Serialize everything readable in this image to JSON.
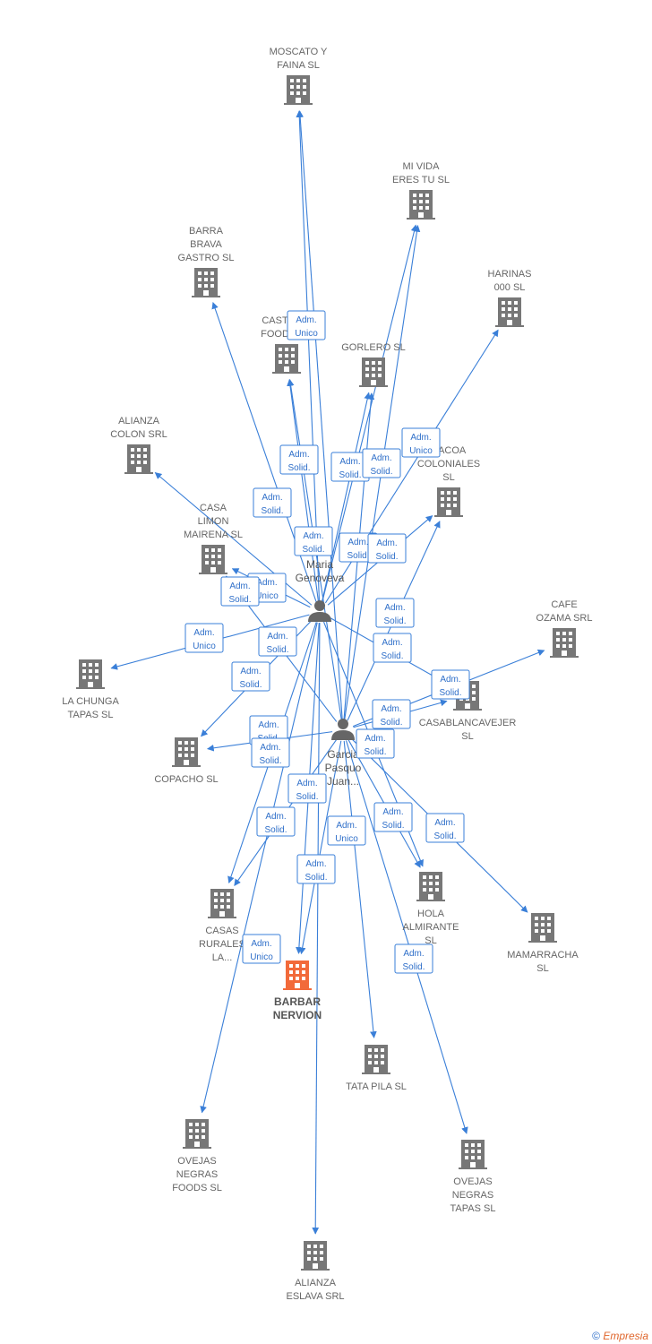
{
  "colors": {
    "edge": "#3a7fd8",
    "company": "#777777",
    "highlight": "#f26a3a",
    "person": "#666666"
  },
  "companies": [
    {
      "id": "moscato",
      "label": [
        "MOSCATO Y",
        "FAINA  SL"
      ]
    },
    {
      "id": "mividaeres",
      "label": [
        "MI VIDA",
        "ERES TU  SL"
      ]
    },
    {
      "id": "barrabrava",
      "label": [
        "BARRA",
        "BRAVA",
        "GASTRO  SL"
      ]
    },
    {
      "id": "harinas",
      "label": [
        "HARINAS",
        "000  SL"
      ]
    },
    {
      "id": "castfood",
      "label": [
        "CAST",
        "FOOD"
      ]
    },
    {
      "id": "gorlero",
      "label": [
        "GORLERO  SL"
      ]
    },
    {
      "id": "alianzacolon",
      "label": [
        "ALIANZA",
        "COLON SRL"
      ]
    },
    {
      "id": "bacoa",
      "label": [
        "BACOA",
        "COLONIALES",
        "SL"
      ]
    },
    {
      "id": "casalimon",
      "label": [
        "CASA",
        "LIMON",
        "MAIRENA  SL"
      ]
    },
    {
      "id": "cafeozama",
      "label": [
        "CAFE",
        "OZAMA SRL"
      ]
    },
    {
      "id": "lachunga",
      "label": [
        "LA CHUNGA",
        "TAPAS  SL"
      ]
    },
    {
      "id": "casablanca",
      "label": [
        "CASABLANCAVEJER",
        "SL"
      ]
    },
    {
      "id": "copacho",
      "label": [
        "COPACHO  SL"
      ]
    },
    {
      "id": "casasrurales",
      "label": [
        "CASAS",
        "RURALES",
        "LA..."
      ]
    },
    {
      "id": "holaalmirante",
      "label": [
        "HOLA",
        "ALMIRANTE",
        "SL"
      ]
    },
    {
      "id": "mamarracha",
      "label": [
        "MAMARRACHA",
        "SL"
      ]
    },
    {
      "id": "barbara",
      "label": [
        "BARBAR",
        "NERVION"
      ],
      "highlight": true
    },
    {
      "id": "tatapila",
      "label": [
        "TATA PILA  SL"
      ]
    },
    {
      "id": "ovejasfoods",
      "label": [
        "OVEJAS",
        "NEGRAS",
        "FOODS  SL"
      ]
    },
    {
      "id": "ovejastapas",
      "label": [
        "OVEJAS",
        "NEGRAS",
        "TAPAS  SL"
      ]
    },
    {
      "id": "alianzaeslava",
      "label": [
        "ALIANZA",
        "ESLAVA SRL"
      ]
    }
  ],
  "persons": [
    {
      "id": "maria",
      "label": [
        "T...",
        "Maria",
        "Genoveva"
      ]
    },
    {
      "id": "garcia",
      "label": [
        "Garcia",
        "Pasquo",
        "Juan..."
      ]
    }
  ],
  "badges": [
    {
      "lines": [
        "Adm.",
        "Unico"
      ]
    },
    {
      "lines": [
        "Adm.",
        "Solid."
      ]
    },
    {
      "lines": [
        "Adm.",
        "Solid."
      ]
    },
    {
      "lines": [
        "Adm.",
        "Solid."
      ]
    },
    {
      "lines": [
        "Adm.",
        "Unico"
      ]
    },
    {
      "lines": [
        "Adm.",
        "Solid."
      ]
    },
    {
      "lines": [
        "Adm.",
        "Solid."
      ]
    },
    {
      "lines": [
        "Adm.",
        "Solid."
      ]
    },
    {
      "lines": [
        "Adm.",
        "Solid."
      ]
    },
    {
      "lines": [
        "Adm.",
        "Unico"
      ]
    },
    {
      "lines": [
        "Adm.",
        "Solid."
      ]
    },
    {
      "lines": [
        "Adm.",
        "Unico"
      ]
    },
    {
      "lines": [
        "Adm.",
        "Solid."
      ]
    },
    {
      "lines": [
        "Adm.",
        "Solid."
      ]
    },
    {
      "lines": [
        "Adm.",
        "Solid."
      ]
    },
    {
      "lines": [
        "Adm.",
        "Solid."
      ]
    },
    {
      "lines": [
        "Adm.",
        "Solid."
      ]
    },
    {
      "lines": [
        "Adm.",
        "Solid."
      ]
    },
    {
      "lines": [
        "Adm.",
        "Solid."
      ]
    },
    {
      "lines": [
        "Adm.",
        "Solid."
      ]
    },
    {
      "lines": [
        "Adm.",
        "Solid."
      ]
    },
    {
      "lines": [
        "Adm.",
        "Solid."
      ]
    },
    {
      "lines": [
        "Adm.",
        "Unico"
      ]
    },
    {
      "lines": [
        "Adm.",
        "Solid."
      ]
    },
    {
      "lines": [
        "Adm.",
        "Solid."
      ]
    },
    {
      "lines": [
        "Adm.",
        "Solid."
      ]
    },
    {
      "lines": [
        "Adm.",
        "Solid."
      ]
    },
    {
      "lines": [
        "Adm.",
        "Unico"
      ]
    },
    {
      "lines": [
        "Adm.",
        "Solid."
      ]
    }
  ],
  "edges": [
    [
      "maria",
      "moscato"
    ],
    [
      "garcia",
      "moscato"
    ],
    [
      "maria",
      "mividaeres"
    ],
    [
      "garcia",
      "mividaeres"
    ],
    [
      "maria",
      "barrabrava"
    ],
    [
      "maria",
      "harinas"
    ],
    [
      "maria",
      "castfood"
    ],
    [
      "garcia",
      "castfood"
    ],
    [
      "maria",
      "gorlero"
    ],
    [
      "garcia",
      "gorlero"
    ],
    [
      "maria",
      "alianzacolon"
    ],
    [
      "maria",
      "bacoa"
    ],
    [
      "garcia",
      "bacoa"
    ],
    [
      "maria",
      "casalimon"
    ],
    [
      "garcia",
      "casalimon"
    ],
    [
      "garcia",
      "cafeozama"
    ],
    [
      "maria",
      "lachunga"
    ],
    [
      "maria",
      "casablanca"
    ],
    [
      "garcia",
      "casablanca"
    ],
    [
      "maria",
      "copacho"
    ],
    [
      "garcia",
      "copacho"
    ],
    [
      "maria",
      "casasrurales"
    ],
    [
      "garcia",
      "casasrurales"
    ],
    [
      "maria",
      "holaalmirante"
    ],
    [
      "garcia",
      "holaalmirante"
    ],
    [
      "garcia",
      "mamarracha"
    ],
    [
      "maria",
      "barbara"
    ],
    [
      "garcia",
      "barbara"
    ],
    [
      "garcia",
      "tatapila"
    ],
    [
      "maria",
      "ovejasfoods"
    ],
    [
      "garcia",
      "ovejastapas"
    ],
    [
      "maria",
      "alianzaeslava"
    ]
  ],
  "footer": {
    "copyright": "©",
    "brand": "Empresia"
  }
}
